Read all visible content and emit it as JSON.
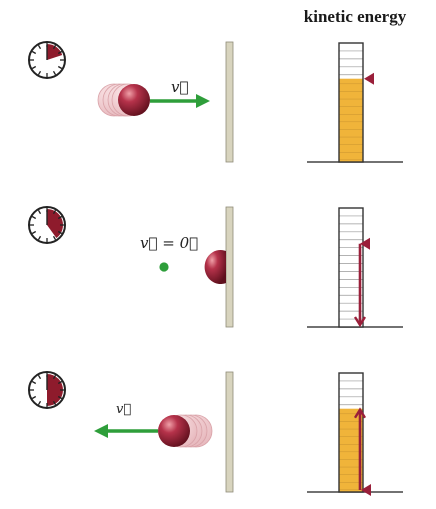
{
  "heading": "kinetic energy",
  "labels": {
    "v1": "v⃗",
    "v2": "v⃗ = 0⃗",
    "v3": "v⃗"
  },
  "colors": {
    "ball": "#8e1b2c",
    "arrow_velocity": "#2e9e3a",
    "arrow_energy": "#9a1f3a",
    "fill_energy": "#f0b43a",
    "wall": "#d8d4be"
  },
  "panels": [
    {
      "clock_elapsed": 0.2,
      "energy_level": 0.7,
      "velocity": "right"
    },
    {
      "clock_elapsed": 0.4,
      "energy_level": 0.0,
      "velocity": "zero"
    },
    {
      "clock_elapsed": 0.5,
      "energy_level": 0.7,
      "velocity": "left"
    }
  ]
}
